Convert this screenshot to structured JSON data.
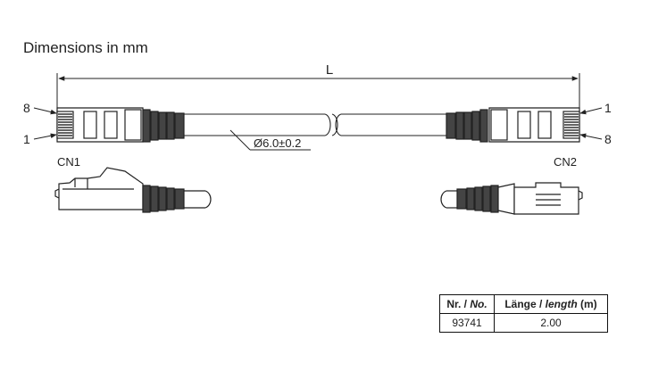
{
  "heading": "Dimensions in mm",
  "dimension_label": "L",
  "diameter_label": "Ø6.0±0.2",
  "connectors": {
    "left": {
      "name": "CN1",
      "pin_top": "8",
      "pin_bottom": "1"
    },
    "right": {
      "name": "CN2",
      "pin_top": "1",
      "pin_bottom": "8"
    }
  },
  "table": {
    "col1_head_a": "Nr. / ",
    "col1_head_b": "No.",
    "col2_head_a": "Länge / ",
    "col2_head_b": "length",
    "col2_head_c": " (m)",
    "part_number": "93741",
    "length": "2.00"
  }
}
